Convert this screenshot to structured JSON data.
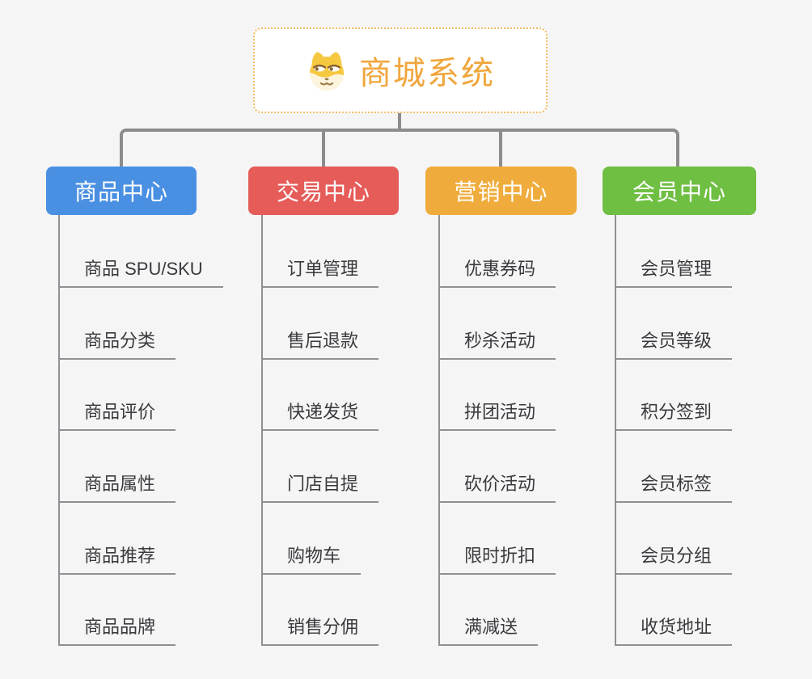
{
  "root": {
    "title": "商城系统",
    "icon": "dog-mascot-icon",
    "text_color": "#f0a63c",
    "border_color": "#f2bd62",
    "background": "#ffffff"
  },
  "connector_color": "#8c8c8c",
  "leaf_line_color": "#8f8f94",
  "page_background": "#f5f5f6",
  "branches": [
    {
      "label": "商品中心",
      "color": "#4a90e2",
      "items": [
        "商品 SPU/SKU",
        "商品分类",
        "商品评价",
        "商品属性",
        "商品推荐",
        "商品品牌"
      ]
    },
    {
      "label": "交易中心",
      "color": "#e65c58",
      "items": [
        "订单管理",
        "售后退款",
        "快递发货",
        "门店自提",
        "购物车",
        "销售分佣"
      ]
    },
    {
      "label": "营销中心",
      "color": "#efac3c",
      "items": [
        "优惠券码",
        "秒杀活动",
        "拼团活动",
        "砍价活动",
        "限时折扣",
        "满减送"
      ]
    },
    {
      "label": "会员中心",
      "color": "#6fbf43",
      "items": [
        "会员管理",
        "会员等级",
        "积分签到",
        "会员标签",
        "会员分组",
        "收货地址"
      ]
    }
  ]
}
